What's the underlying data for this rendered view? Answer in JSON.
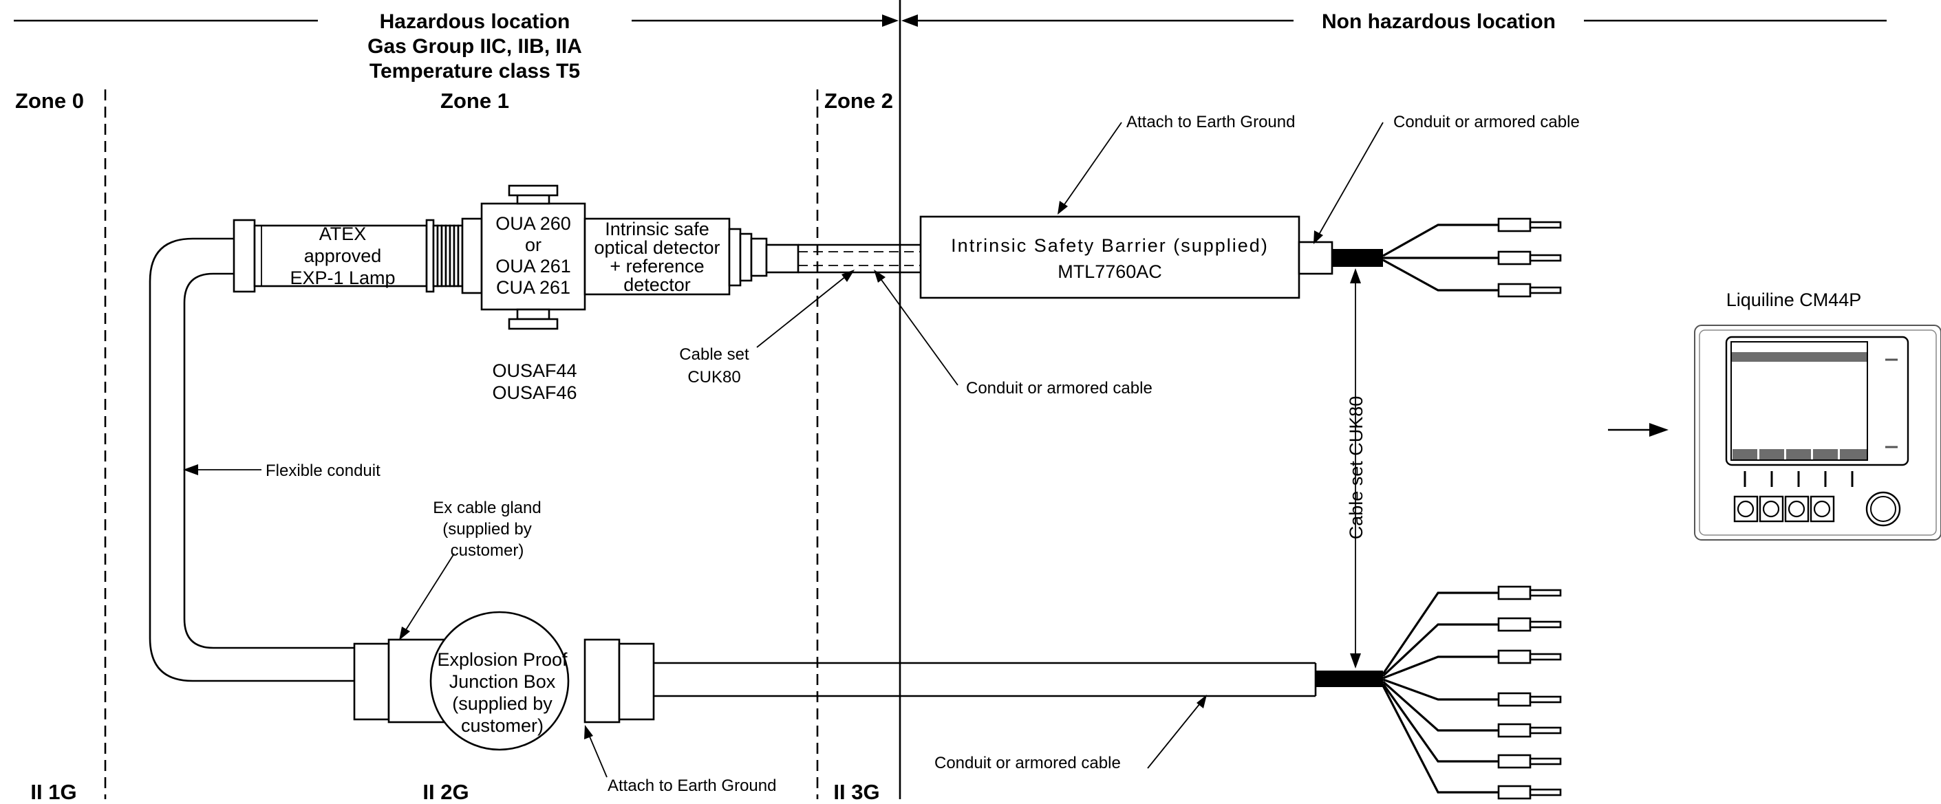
{
  "headers": {
    "hazardous_title": "Hazardous location",
    "gas_group": "Gas Group IIC, IIB, IIA",
    "temp_class": "Temperature class T5",
    "non_hazardous_title": "Non hazardous location"
  },
  "zones": {
    "zone0": "Zone 0",
    "zone1": "Zone 1",
    "zone2": "Zone 2"
  },
  "categories": {
    "cat_1g": "II 1G",
    "cat_2g": "II 2G",
    "cat_3g": "II 3G"
  },
  "lamp": [
    "ATEX",
    "approved",
    "EXP-1 Lamp"
  ],
  "flow_cell": [
    "OUA 260",
    "or",
    "OUA 261",
    "CUA 261"
  ],
  "detector": [
    "Intrinsic safe",
    "optical detector",
    "+ reference",
    "detector"
  ],
  "sensor_models": [
    "OUSAF44",
    "OUSAF46"
  ],
  "barrier": {
    "title": "Intrinsic Safety Barrier (supplied)",
    "model": "MTL7760AC"
  },
  "junction_box": [
    "Explosion Proof",
    "Junction Box",
    "(supplied by",
    "customer)"
  ],
  "callouts": {
    "earth_ground_top": "Attach to Earth Ground",
    "conduit_top": "Conduit or armored cable",
    "cable_set": [
      "Cable set",
      "CUK80"
    ],
    "conduit_middle": "Conduit or armored cable",
    "flexible_conduit": "Flexible conduit",
    "ex_cable_gland": [
      "Ex cable gland",
      "(supplied by",
      "customer)"
    ],
    "earth_ground_bottom": "Attach to Earth Ground",
    "conduit_bottom": "Conduit or armored cable",
    "vertical_cable_set": "Cable set CUK80"
  },
  "transmitter": {
    "title": "Liquiline CM44P"
  }
}
